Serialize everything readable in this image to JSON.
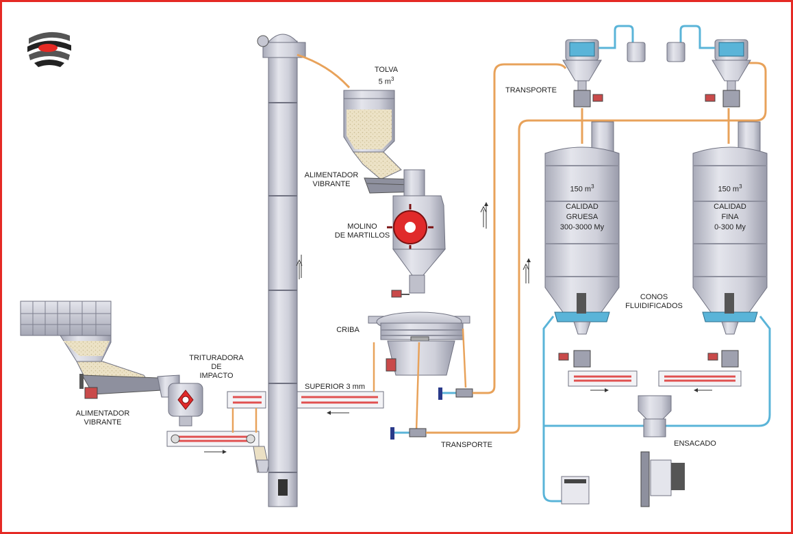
{
  "colors": {
    "frame": "#e52a24",
    "steel": "#d2d3dc",
    "steel_dark": "#9a9cab",
    "orange_pipe": "#e8a25a",
    "blue_pipe": "#5ab4d8",
    "material": "#ebe0c4",
    "red_rotor": "#e02a2a"
  },
  "labels": {
    "tolva": "TOLVA",
    "tolva_vol_num": "5 m",
    "tolva_vol_exp": "3",
    "alimentador_top_1": "ALIMENTADOR",
    "alimentador_top_2": "VIBRANTE",
    "molino_1": "MOLINO",
    "molino_2": "DE MARTILLOS",
    "criba": "CRIBA",
    "superior": "SUPERIOR  3 mm",
    "trituradora_1": "TRITURADORA",
    "trituradora_2": "DE",
    "trituradora_3": "IMPACTO",
    "alimentador_bottom_1": "ALIMENTADOR",
    "alimentador_bottom_2": "VIBRANTE",
    "transporte_top": "TRANSPORTE",
    "transporte_bottom": "TRANSPORTE",
    "conos_1": "CONOS",
    "conos_2": "FLUIDIFICADOS",
    "ensacado": "ENSACADO"
  },
  "silos": [
    {
      "volume_num": "150 m",
      "volume_exp": "3",
      "line1": "CALIDAD",
      "line2": "GRUESA",
      "line3": "300-3000 My"
    },
    {
      "volume_num": "150 m",
      "volume_exp": "3",
      "line1": "CALIDAD",
      "line2": "FINA",
      "line3": "0-300 My"
    }
  ],
  "icons": {
    "logo": "striped-sphere-logo",
    "flow_arrow": "up-arrow-icon"
  }
}
